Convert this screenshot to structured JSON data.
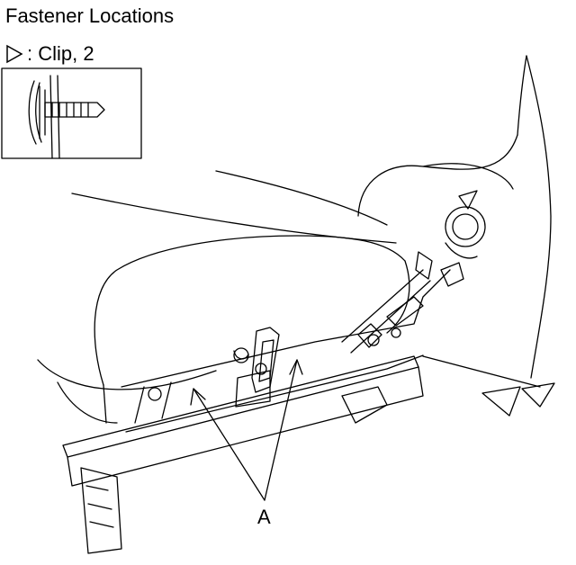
{
  "title": "Fastener Locations",
  "legend": {
    "symbol": "triangle-outline-icon",
    "label": ": Clip, 2"
  },
  "callouts": {
    "a": "A"
  },
  "colors": {
    "line": "#000000",
    "background": "#ffffff"
  }
}
